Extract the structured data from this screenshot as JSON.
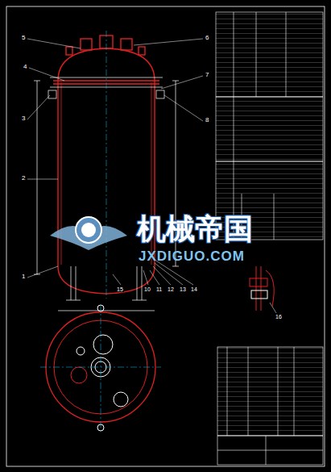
{
  "diagram": {
    "labels": [
      "5",
      "4",
      "3",
      "2",
      "1",
      "6",
      "7",
      "8",
      "15",
      "10",
      "11",
      "12",
      "13",
      "14",
      "16",
      "机械帝国",
      "JXDIGUO.COM"
    ]
  }
}
